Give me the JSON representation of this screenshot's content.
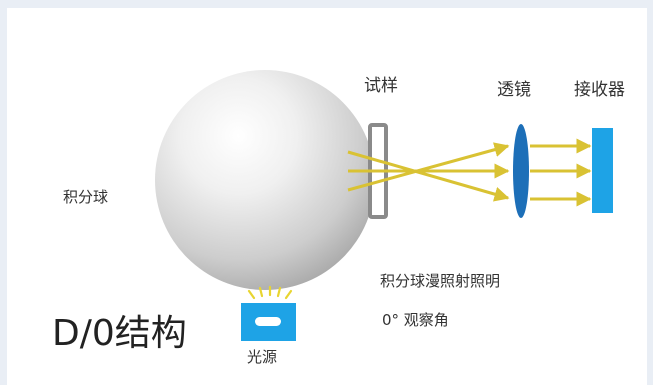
{
  "labels": {
    "sample": "试样",
    "lens": "透镜",
    "receiver": "接收器",
    "sphere": "积分球",
    "illumination": "积分球漫照射照明",
    "observation": "0°  观察角",
    "title": "D/0结构",
    "source": "光源"
  },
  "colors": {
    "background": "#e9eef5",
    "card": "#ffffff",
    "ray": "#d9c233",
    "lens": "#1d6fb8",
    "receiver": "#1ea3e6",
    "source": "#1ea3e6",
    "source_glow": "#e8d531",
    "sample_holder": "#8a8a8a",
    "sphere_light": "#ffffff",
    "sphere_dark": "#a9a9a9"
  }
}
